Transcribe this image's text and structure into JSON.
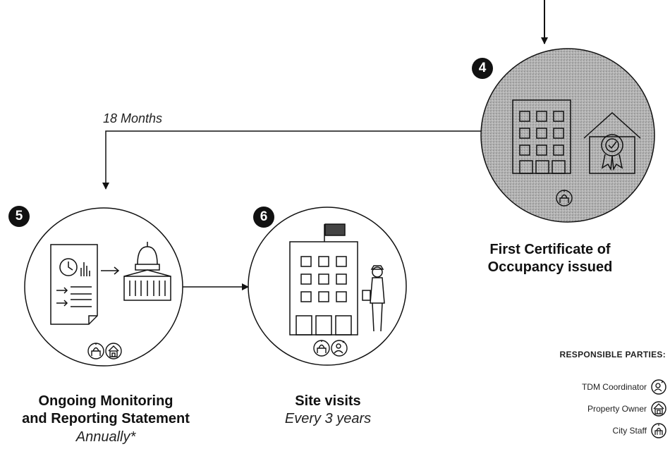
{
  "steps": [
    {
      "number": "4",
      "title_lines": [
        "First Certificate of",
        "Occupancy issued"
      ],
      "icons": [
        "building-icon",
        "certified-house-icon",
        "city-staff-icon"
      ]
    },
    {
      "number": "5",
      "title_lines": [
        "Ongoing Monitoring",
        "and Reporting Statement"
      ],
      "subtitle": "Annually*",
      "icons": [
        "report-document-icon",
        "capitol-building-icon",
        "city-staff-icon",
        "property-owner-icon"
      ]
    },
    {
      "number": "6",
      "title_lines": [
        "Site visits"
      ],
      "subtitle": "Every 3 years",
      "icons": [
        "flag-building-icon",
        "inspector-icon",
        "city-staff-icon",
        "tdm-coordinator-icon"
      ]
    }
  ],
  "connectors": {
    "interval_4_to_5": "18 Months"
  },
  "legend": {
    "heading": "RESPONSIBLE PARTIES:",
    "items": [
      {
        "label": "TDM Coordinator",
        "icon": "tdm-coordinator-icon"
      },
      {
        "label": "Property Owner",
        "icon": "property-owner-icon"
      },
      {
        "label": "City Staff",
        "icon": "city-staff-icon"
      }
    ]
  },
  "colors": {
    "ink": "#111111",
    "highlight_fill": "#a9a9a9"
  }
}
